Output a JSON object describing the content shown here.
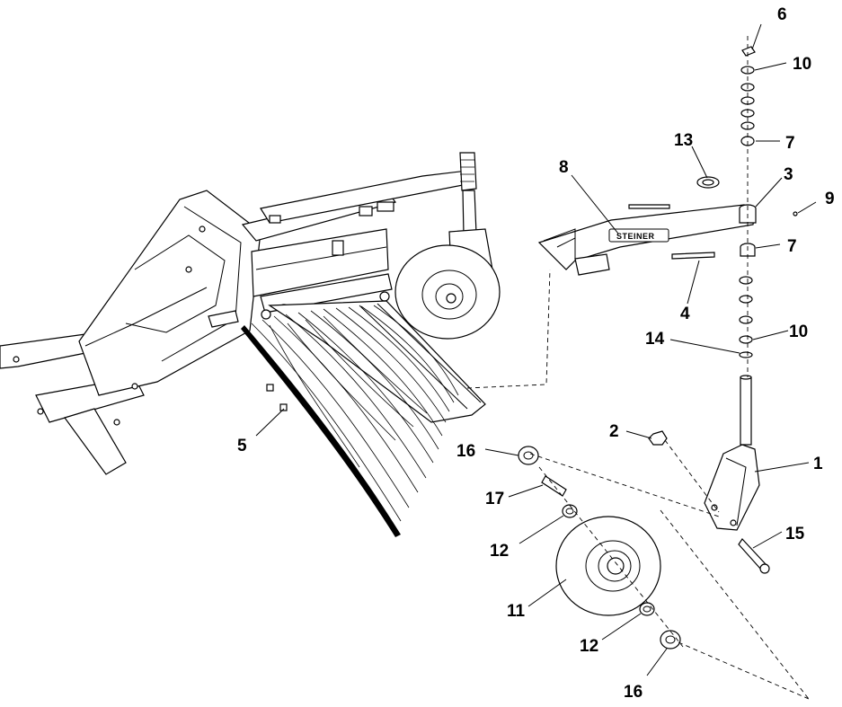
{
  "callouts": [
    {
      "num": "1"
    },
    {
      "num": "2"
    },
    {
      "num": "3"
    },
    {
      "num": "4"
    },
    {
      "num": "5"
    },
    {
      "num": "6"
    },
    {
      "num": "7"
    },
    {
      "num": "7"
    },
    {
      "num": "8"
    },
    {
      "num": "9"
    },
    {
      "num": "10"
    },
    {
      "num": "10"
    },
    {
      "num": "11"
    },
    {
      "num": "12"
    },
    {
      "num": "12"
    },
    {
      "num": "13"
    },
    {
      "num": "14"
    },
    {
      "num": "15"
    },
    {
      "num": "16"
    },
    {
      "num": "16"
    },
    {
      "num": "17"
    }
  ],
  "decal": {
    "brand": "STEINER",
    "color": "#000000"
  }
}
